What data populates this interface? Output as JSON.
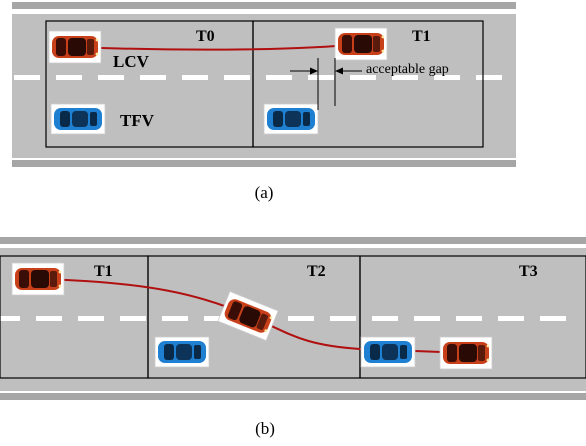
{
  "panel_a": {
    "caption": "(a)",
    "labels": {
      "t0": "T0",
      "t1": "T1",
      "lcv": "LCV",
      "tfv": "TFV",
      "gap": "acceptable gap"
    }
  },
  "panel_b": {
    "caption": "(b)",
    "labels": {
      "t1": "T1",
      "t2": "T2",
      "t3": "T3"
    }
  },
  "colors": {
    "road": "#bfbfbf",
    "curb": "#a6a6a6",
    "lane_marking": "#ffffff",
    "trajectory": "#b01010",
    "lcv_car": "#c8401a",
    "tfv_car": "#1f7fd0"
  }
}
